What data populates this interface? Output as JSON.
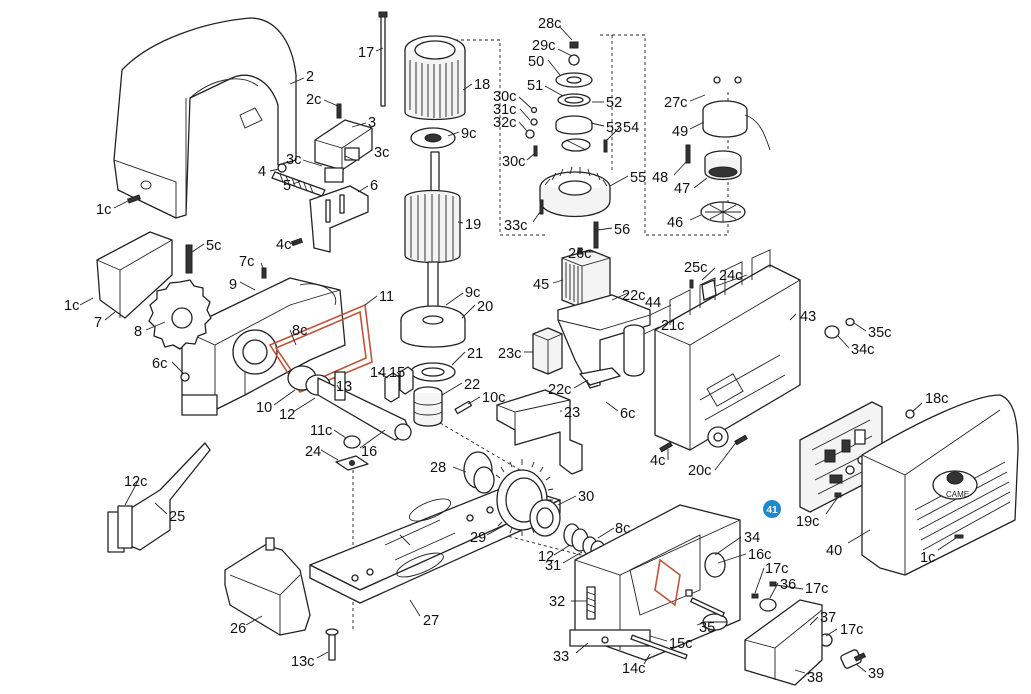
{
  "callouts": [
    {
      "id": "c1",
      "text": "17"
    },
    {
      "id": "c2",
      "text": "2"
    },
    {
      "id": "c3",
      "text": "2c"
    },
    {
      "id": "c4",
      "text": "3"
    },
    {
      "id": "c5",
      "text": "3c"
    },
    {
      "id": "c6",
      "text": "3c"
    },
    {
      "id": "c7",
      "text": "4"
    },
    {
      "id": "c8",
      "text": "5"
    },
    {
      "id": "c9",
      "text": "6"
    },
    {
      "id": "c10",
      "text": "1c"
    },
    {
      "id": "c11",
      "text": "4c"
    },
    {
      "id": "c12",
      "text": "18"
    },
    {
      "id": "c13",
      "text": "9c"
    },
    {
      "id": "c14",
      "text": "19"
    },
    {
      "id": "c15",
      "text": "9c"
    },
    {
      "id": "c16",
      "text": "20"
    },
    {
      "id": "c17",
      "text": "21"
    },
    {
      "id": "c18",
      "text": "22"
    },
    {
      "id": "c19",
      "text": "10c"
    },
    {
      "id": "c20",
      "text": "23"
    },
    {
      "id": "c21",
      "text": "28c"
    },
    {
      "id": "c22",
      "text": "29c"
    },
    {
      "id": "c23",
      "text": "50"
    },
    {
      "id": "c24",
      "text": "51"
    },
    {
      "id": "c25",
      "text": "52"
    },
    {
      "id": "c26",
      "text": "53"
    },
    {
      "id": "c27",
      "text": "54"
    },
    {
      "id": "c28",
      "text": "30c"
    },
    {
      "id": "c29",
      "text": "31c"
    },
    {
      "id": "c30",
      "text": "32c"
    },
    {
      "id": "c31",
      "text": "30c"
    },
    {
      "id": "c32",
      "text": "55"
    },
    {
      "id": "c33",
      "text": "33c"
    },
    {
      "id": "c34",
      "text": "27c"
    },
    {
      "id": "c35",
      "text": "49"
    },
    {
      "id": "c36",
      "text": "48"
    },
    {
      "id": "c37",
      "text": "47"
    },
    {
      "id": "c38",
      "text": "46"
    },
    {
      "id": "c39",
      "text": "56"
    },
    {
      "id": "c40",
      "text": "26c"
    },
    {
      "id": "c41",
      "text": "45"
    },
    {
      "id": "c42",
      "text": "25c"
    },
    {
      "id": "c43",
      "text": "24c"
    },
    {
      "id": "c44",
      "text": "22c"
    },
    {
      "id": "c45",
      "text": "44"
    },
    {
      "id": "c46",
      "text": "43"
    },
    {
      "id": "c47",
      "text": "21c"
    },
    {
      "id": "c48",
      "text": "35c"
    },
    {
      "id": "c49",
      "text": "34c"
    },
    {
      "id": "c50",
      "text": "23c"
    },
    {
      "id": "c51",
      "text": "22c"
    },
    {
      "id": "c52",
      "text": "6c"
    },
    {
      "id": "c53",
      "text": "4c"
    },
    {
      "id": "c54",
      "text": "20c"
    },
    {
      "id": "c55",
      "text": "5c"
    },
    {
      "id": "c56",
      "text": "7c"
    },
    {
      "id": "c57",
      "text": "9"
    },
    {
      "id": "c58",
      "text": "1c"
    },
    {
      "id": "c59",
      "text": "7"
    },
    {
      "id": "c60",
      "text": "8"
    },
    {
      "id": "c61",
      "text": "6c"
    },
    {
      "id": "c62",
      "text": "8c"
    },
    {
      "id": "c63",
      "text": "11"
    },
    {
      "id": "c64",
      "text": "10"
    },
    {
      "id": "c65",
      "text": "12"
    },
    {
      "id": "c66",
      "text": "13"
    },
    {
      "id": "c67",
      "text": "14"
    },
    {
      "id": "c68",
      "text": "15"
    },
    {
      "id": "c69",
      "text": "11c"
    },
    {
      "id": "c70",
      "text": "24"
    },
    {
      "id": "c71",
      "text": "16"
    },
    {
      "id": "c72",
      "text": "12c"
    },
    {
      "id": "c73",
      "text": "25"
    },
    {
      "id": "c74",
      "text": "28"
    },
    {
      "id": "c75",
      "text": "30"
    },
    {
      "id": "c76",
      "text": "29"
    },
    {
      "id": "c77",
      "text": "12"
    },
    {
      "id": "c78",
      "text": "31"
    },
    {
      "id": "c79",
      "text": "8c"
    },
    {
      "id": "c80",
      "text": "34"
    },
    {
      "id": "c81",
      "text": "16c"
    },
    {
      "id": "c82",
      "text": "17c"
    },
    {
      "id": "c83",
      "text": "36"
    },
    {
      "id": "c84",
      "text": "17c"
    },
    {
      "id": "c85",
      "text": "37"
    },
    {
      "id": "c86",
      "text": "17c"
    },
    {
      "id": "c87",
      "text": "35"
    },
    {
      "id": "c88",
      "text": "15c"
    },
    {
      "id": "c89",
      "text": "32"
    },
    {
      "id": "c90",
      "text": "33"
    },
    {
      "id": "c91",
      "text": "14c"
    },
    {
      "id": "c92",
      "text": "38"
    },
    {
      "id": "c93",
      "text": "39"
    },
    {
      "id": "c94",
      "text": "26"
    },
    {
      "id": "c95",
      "text": "27"
    },
    {
      "id": "c96",
      "text": "13c"
    },
    {
      "id": "c97",
      "text": "18c"
    },
    {
      "id": "c98",
      "text": "19c"
    },
    {
      "id": "c99",
      "text": "40"
    },
    {
      "id": "c100",
      "text": "1c"
    }
  ],
  "highlight_badge": {
    "text": "41",
    "color": "#1e88d2"
  },
  "cover_logo_text": "CAME",
  "gasket_color": "#c0533a"
}
